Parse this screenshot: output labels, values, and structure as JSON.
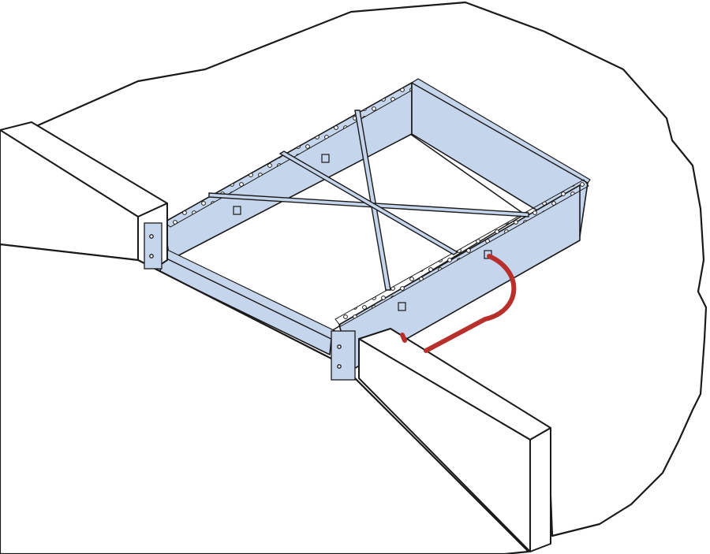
{
  "diagram": {
    "colors": {
      "outline": "#1a1a1a",
      "frame_fill": "#c5d5ec",
      "ground_fill": "#ffffff",
      "wall_fill": "#ffffff",
      "cable": "#b8302b"
    },
    "components": [
      {
        "name": "ground-slab",
        "label": ""
      },
      {
        "name": "left-wall",
        "label": ""
      },
      {
        "name": "right-wall",
        "label": ""
      },
      {
        "name": "frame-back-rail",
        "label": ""
      },
      {
        "name": "frame-right-rail",
        "label": ""
      },
      {
        "name": "frame-front-rail",
        "label": ""
      },
      {
        "name": "frame-left-rail",
        "label": ""
      },
      {
        "name": "cross-brace",
        "label": ""
      },
      {
        "name": "heating-cable",
        "label": ""
      }
    ]
  }
}
